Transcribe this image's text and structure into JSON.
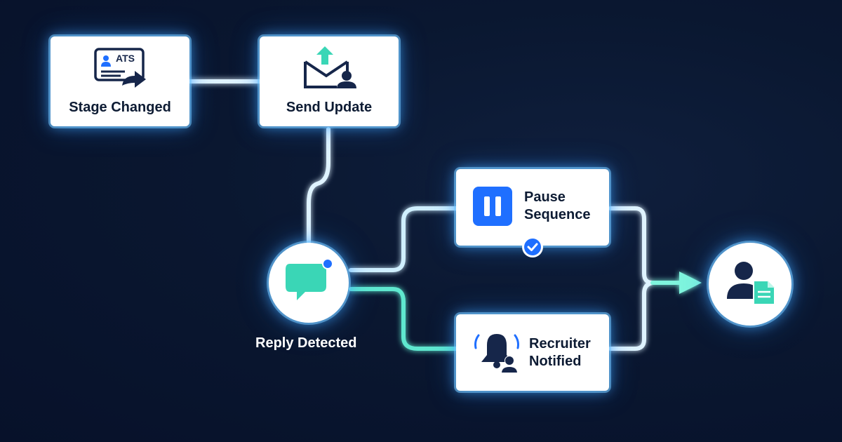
{
  "nodes": {
    "stage_changed": {
      "label": "Stage Changed",
      "icon_text": "ATS",
      "icon": "ats-card-forward-icon"
    },
    "send_update": {
      "label": "Send Update",
      "icon": "envelope-upload-user-icon"
    },
    "reply_detected": {
      "label": "Reply Detected",
      "icon": "chat-bubble-notification-icon"
    },
    "pause_sequence": {
      "label_line1": "Pause",
      "label_line2": "Sequence",
      "icon": "pause-icon",
      "status_icon": "check-badge-icon"
    },
    "recruiter_notified": {
      "label_line1": "Recruiter",
      "label_line2": "Notified",
      "icon": "bell-user-icon"
    },
    "candidate_record": {
      "icon": "user-document-icon"
    }
  },
  "colors": {
    "background": "#0a1730",
    "wire_blue": "#6fc3ff",
    "wire_teal": "#39e2c4",
    "teal_icon": "#3ad6b6",
    "blue_accent": "#1f6fff",
    "navy_icon": "#16264a"
  }
}
